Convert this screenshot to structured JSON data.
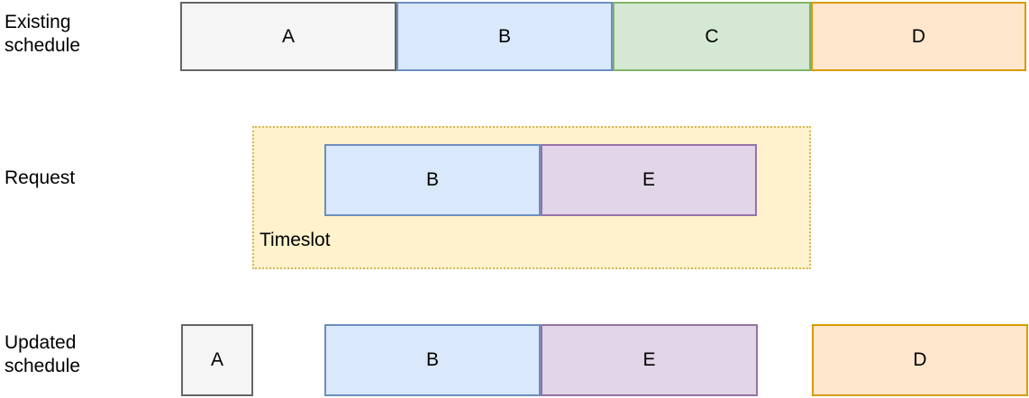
{
  "rows": {
    "existing": {
      "label": "Existing\nschedule",
      "blocks": [
        {
          "label": "A",
          "color": "gray"
        },
        {
          "label": "B",
          "color": "blue"
        },
        {
          "label": "C",
          "color": "green"
        },
        {
          "label": "D",
          "color": "orange"
        }
      ]
    },
    "request": {
      "label": "Request",
      "timeslot": {
        "label": "Timeslot",
        "color": "yellow"
      },
      "blocks": [
        {
          "label": "B",
          "color": "blue"
        },
        {
          "label": "E",
          "color": "purple"
        }
      ]
    },
    "updated": {
      "label": "Updated\nschedule",
      "blocks": [
        {
          "label": "A",
          "color": "gray"
        },
        {
          "label": "B",
          "color": "blue"
        },
        {
          "label": "E",
          "color": "purple"
        },
        {
          "label": "D",
          "color": "orange"
        }
      ]
    }
  },
  "palette": {
    "gray": {
      "fill": "#f5f5f5",
      "stroke": "#666666"
    },
    "blue": {
      "fill": "#dae8fc",
      "stroke": "#6c8ebf"
    },
    "green": {
      "fill": "#d5e8d4",
      "stroke": "#82b366"
    },
    "orange": {
      "fill": "#ffe6cc",
      "stroke": "#d79b00"
    },
    "purple": {
      "fill": "#e1d5e7",
      "stroke": "#9673a6"
    },
    "yellow": {
      "fill": "#fff2cc",
      "stroke": "#d6b656"
    }
  }
}
